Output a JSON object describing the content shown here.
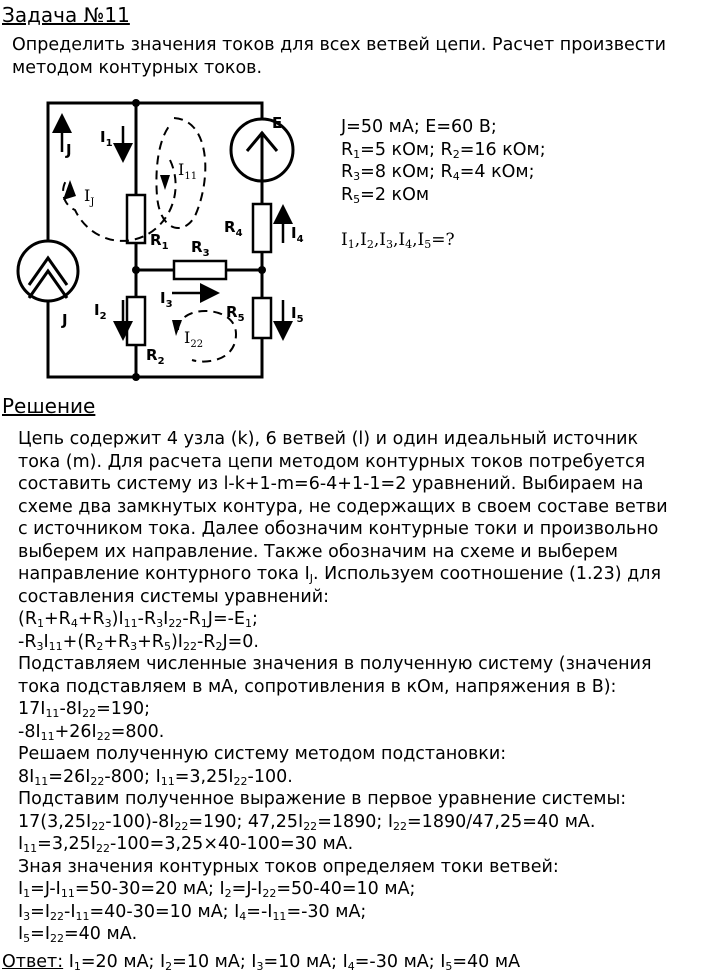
{
  "title": "Задача №11",
  "task": [
    "Определить значения токов для всех ветвей цепи. Расчет произвести",
    "методом контурных токов."
  ],
  "params": [
    [
      {
        "t": "J=50 мА; E=60 В;"
      }
    ],
    [
      {
        "t": "R"
      },
      {
        "s": "1"
      },
      {
        "t": "=5 кОм; R"
      },
      {
        "s": "2"
      },
      {
        "t": "=16 кОм;"
      }
    ],
    [
      {
        "t": "R"
      },
      {
        "s": "3"
      },
      {
        "t": "=8 кОм; R"
      },
      {
        "s": "4"
      },
      {
        "t": "=4 кОм;"
      }
    ],
    [
      {
        "t": "R"
      },
      {
        "s": "5"
      },
      {
        "t": "=2 кОм"
      }
    ]
  ],
  "question": [
    {
      "t": "I"
    },
    {
      "s": "1"
    },
    {
      "t": ",I"
    },
    {
      "s": "2"
    },
    {
      "t": ",I"
    },
    {
      "s": "3"
    },
    {
      "t": ",I"
    },
    {
      "s": "4"
    },
    {
      "t": ",I"
    },
    {
      "s": "5"
    },
    {
      "t": "=?"
    }
  ],
  "circuit": {
    "E": "E",
    "J": "J",
    "J_bottom": "J",
    "I1": "I",
    "I1s": "1",
    "R1": "R",
    "R1s": "1",
    "I11": "I",
    "I11s": "11",
    "R4": "R",
    "R4s": "4",
    "I4": "I",
    "I4s": "4",
    "R3": "R",
    "R3s": "3",
    "Ij": "I",
    "Ijs": "J",
    "I2": "I",
    "I2s": "2",
    "I3": "I",
    "I3s": "3",
    "R5": "R",
    "R5s": "5",
    "I5": "I",
    "I5s": "5",
    "R2": "R",
    "R2s": "2",
    "I22": "I",
    "I22s": "22"
  },
  "solution_heading": "Решение",
  "solution": [
    [
      {
        "t": "Цепь содержит 4 узла (k), 6 ветвей (l) и один идеальный источник"
      }
    ],
    [
      {
        "t": "тока (m). Для расчета цепи методом контурных токов потребуется"
      }
    ],
    [
      {
        "t": "составить систему из l-k+1-m=6-4+1-1=2 уравнений. Выбираем на"
      }
    ],
    [
      {
        "t": "схеме два замкнутых контура, не содержащих в своем составе ветви"
      }
    ],
    [
      {
        "t": "с источником тока. Далее обозначим контурные токи и произвольно"
      }
    ],
    [
      {
        "t": "выберем их направление. Также обозначим на схеме и выберем"
      }
    ],
    [
      {
        "t": "направление контурного тока I"
      },
      {
        "s": "J"
      },
      {
        "t": ". Используем соотношение (1.23) для"
      }
    ],
    [
      {
        "t": "составления системы уравнений:"
      }
    ],
    [
      {
        "t": "(R"
      },
      {
        "s": "1"
      },
      {
        "t": "+R"
      },
      {
        "s": "4"
      },
      {
        "t": "+R"
      },
      {
        "s": "3"
      },
      {
        "t": ")I"
      },
      {
        "s": "11"
      },
      {
        "t": "-R"
      },
      {
        "s": "3"
      },
      {
        "t": "I"
      },
      {
        "s": "22"
      },
      {
        "t": "-R"
      },
      {
        "s": "1"
      },
      {
        "t": "J=-E"
      },
      {
        "s": "1"
      },
      {
        "t": ";"
      }
    ],
    [
      {
        "t": "-R"
      },
      {
        "s": "3"
      },
      {
        "t": "I"
      },
      {
        "s": "11"
      },
      {
        "t": "+(R"
      },
      {
        "s": "2"
      },
      {
        "t": "+R"
      },
      {
        "s": "3"
      },
      {
        "t": "+R"
      },
      {
        "s": "5"
      },
      {
        "t": ")I"
      },
      {
        "s": "22"
      },
      {
        "t": "-R"
      },
      {
        "s": "2"
      },
      {
        "t": "J=0."
      }
    ],
    [
      {
        "t": "Подставляем численные значения в полученную систему (значения"
      }
    ],
    [
      {
        "t": "тока подставляем в мА, сопротивления в кОм, напряжения в В):"
      }
    ],
    [
      {
        "t": "17I"
      },
      {
        "s": "11"
      },
      {
        "t": "-8I"
      },
      {
        "s": "22"
      },
      {
        "t": "=190;"
      }
    ],
    [
      {
        "t": "-8I"
      },
      {
        "s": "11"
      },
      {
        "t": "+26I"
      },
      {
        "s": "22"
      },
      {
        "t": "=800."
      }
    ],
    [
      {
        "t": "Решаем полученную систему методом подстановки:"
      }
    ],
    [
      {
        "t": "8I"
      },
      {
        "s": "11"
      },
      {
        "t": "=26I"
      },
      {
        "s": "22"
      },
      {
        "t": "-800; I"
      },
      {
        "s": "11"
      },
      {
        "t": "=3,25I"
      },
      {
        "s": "22"
      },
      {
        "t": "-100."
      }
    ],
    [
      {
        "t": "Подставим полученное выражение в первое уравнение системы:"
      }
    ],
    [
      {
        "t": "17(3,25I"
      },
      {
        "s": "22"
      },
      {
        "t": "-100)-8I"
      },
      {
        "s": "22"
      },
      {
        "t": "=190; 47,25I"
      },
      {
        "s": "22"
      },
      {
        "t": "=1890; I"
      },
      {
        "s": "22"
      },
      {
        "t": "=1890/47,25=40 мА."
      }
    ],
    [
      {
        "t": "I"
      },
      {
        "s": "11"
      },
      {
        "t": "=3,25I"
      },
      {
        "s": "22"
      },
      {
        "t": "-100=3,25×40-100=30 мА."
      }
    ],
    [
      {
        "t": "Зная значения контурных токов определяем токи ветвей:"
      }
    ],
    [
      {
        "t": "I"
      },
      {
        "s": "1"
      },
      {
        "t": "=J-I"
      },
      {
        "s": "11"
      },
      {
        "t": "=50-30=20 мА; I"
      },
      {
        "s": "2"
      },
      {
        "t": "=J-I"
      },
      {
        "s": "22"
      },
      {
        "t": "=50-40=10 мА;"
      }
    ],
    [
      {
        "t": "I"
      },
      {
        "s": "3"
      },
      {
        "t": "=I"
      },
      {
        "s": "22"
      },
      {
        "t": "-I"
      },
      {
        "s": "11"
      },
      {
        "t": "=40-30=10 мА; I"
      },
      {
        "s": "4"
      },
      {
        "t": "=-I"
      },
      {
        "s": "11"
      },
      {
        "t": "=-30 мА;"
      }
    ],
    [
      {
        "t": "I"
      },
      {
        "s": "5"
      },
      {
        "t": "=I"
      },
      {
        "s": "22"
      },
      {
        "t": "=40 мА."
      }
    ]
  ],
  "answer_label": "Ответ:",
  "answer": [
    {
      "t": " I"
    },
    {
      "s": "1"
    },
    {
      "t": "=20 мА; I"
    },
    {
      "s": "2"
    },
    {
      "t": "=10 мА; I"
    },
    {
      "s": "3"
    },
    {
      "t": "=10 мА; I"
    },
    {
      "s": "4"
    },
    {
      "t": "=-30 мА; I"
    },
    {
      "s": "5"
    },
    {
      "t": "=40 мА"
    }
  ]
}
